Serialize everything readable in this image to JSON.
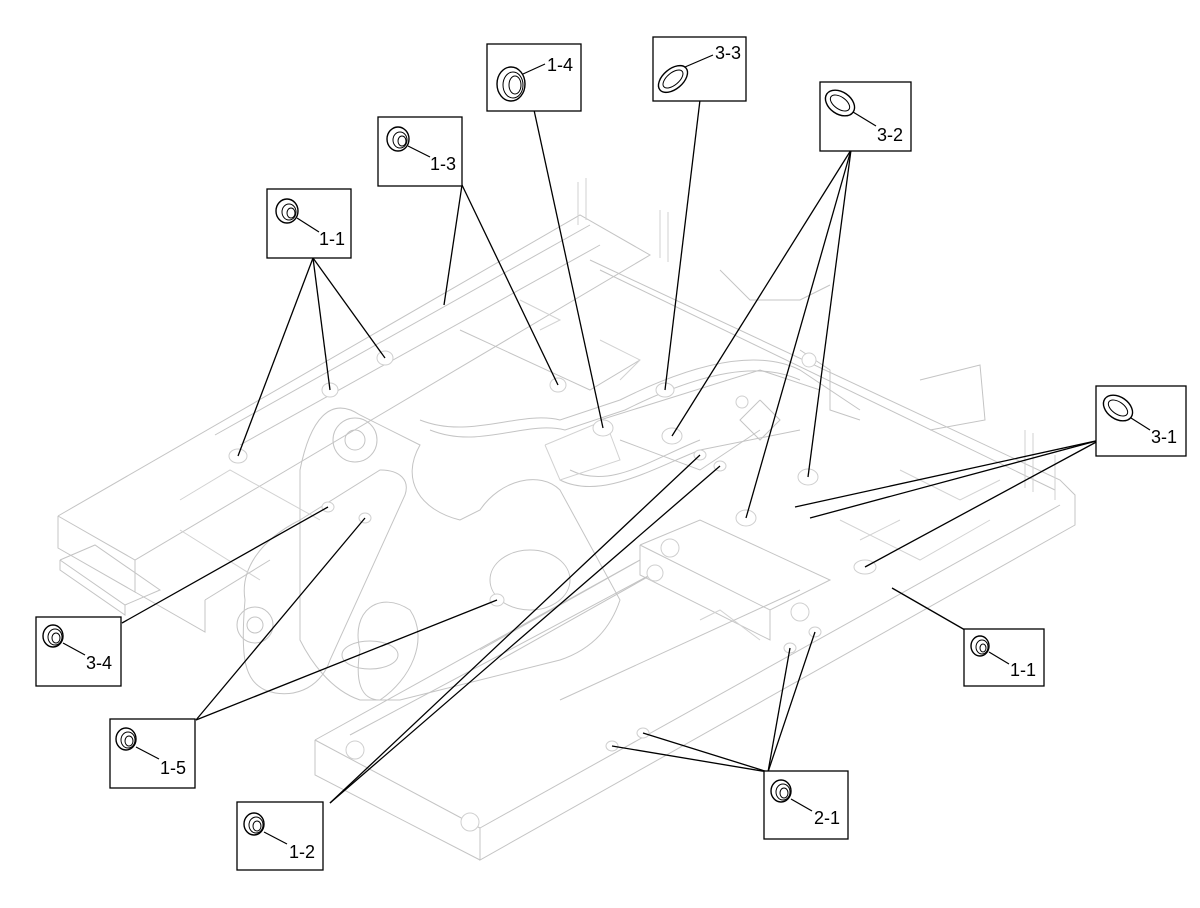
{
  "diagram": {
    "callouts": [
      {
        "id": "c-1-1a",
        "label": "1-1",
        "kind": "round"
      },
      {
        "id": "c-1-3",
        "label": "1-3",
        "kind": "round"
      },
      {
        "id": "c-1-4",
        "label": "1-4",
        "kind": "wide"
      },
      {
        "id": "c-3-3",
        "label": "3-3",
        "kind": "oval"
      },
      {
        "id": "c-3-2",
        "label": "3-2",
        "kind": "oval"
      },
      {
        "id": "c-3-1",
        "label": "3-1",
        "kind": "oval"
      },
      {
        "id": "c-1-1b",
        "label": "1-1",
        "kind": "round"
      },
      {
        "id": "c-3-4",
        "label": "3-4",
        "kind": "round"
      },
      {
        "id": "c-1-5",
        "label": "1-5",
        "kind": "round"
      },
      {
        "id": "c-1-2",
        "label": "1-2",
        "kind": "round"
      },
      {
        "id": "c-2-1",
        "label": "2-1",
        "kind": "round"
      }
    ]
  }
}
